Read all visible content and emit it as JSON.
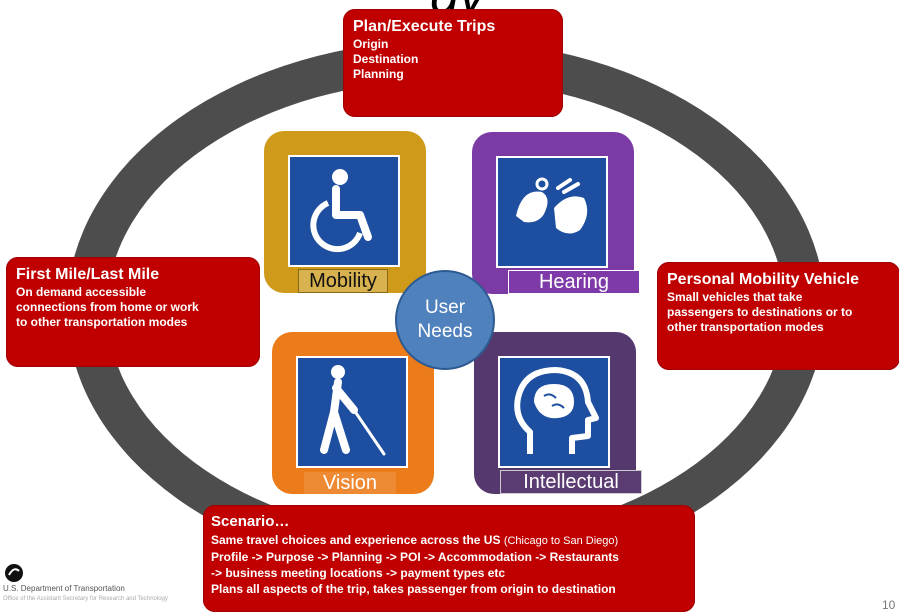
{
  "title_fragment": "gy",
  "plan": {
    "heading": "Plan/Execute Trips",
    "lines": [
      "Origin",
      "Destination",
      "Planning"
    ]
  },
  "first_mile": {
    "heading": "First Mile/Last Mile",
    "lines": [
      "On demand accessible",
      "connections from home or work",
      "to other transportation modes"
    ]
  },
  "pmv": {
    "heading": "Personal Mobility Vehicle",
    "lines": [
      "Small vehicles that take",
      "passengers to destinations or to",
      "other transportation modes"
    ]
  },
  "scenario": {
    "heading": "Scenario…",
    "line1_main": "Same travel choices and experience across the US ",
    "line1_small": "(Chicago to San Diego)",
    "line2": "Profile -> Purpose -> Planning -> POI -> Accommodation -> Restaurants",
    "line3": "-> business meeting locations -> payment types etc",
    "line4": "Plans all aspects of the trip, takes passenger from origin to destination"
  },
  "tiles": {
    "mobility": "Mobility",
    "hearing": "Hearing",
    "vision": "Vision",
    "intellectual": "Intellectual"
  },
  "center": {
    "line1": "User",
    "line2": "Needs"
  },
  "footer": {
    "org_line1": "U.S. Department of Transportation",
    "org_line2": "Office of the Assistant Secretary for Research and Technology",
    "page_number": "10"
  },
  "colors": {
    "box_red": "#c00000",
    "ring_gray": "#4d4d4d",
    "mobility": "#cf9a1a",
    "hearing": "#7b3aa4",
    "vision": "#ec7b1a",
    "intellectual": "#55386e",
    "icon_blue": "#1d4ea0",
    "center_blue": "#4f81bd"
  }
}
